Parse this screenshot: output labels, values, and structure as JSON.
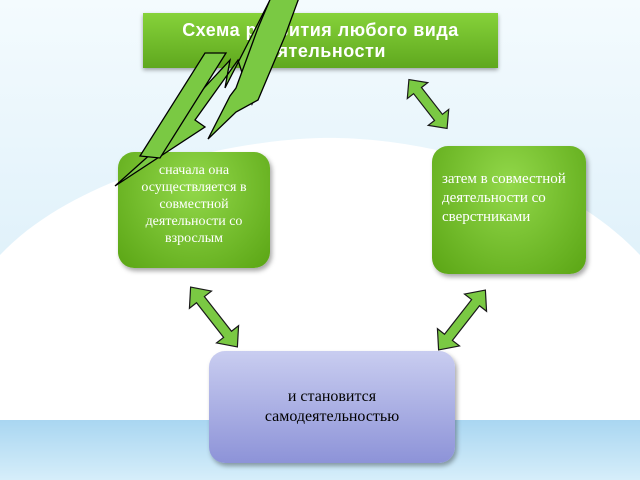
{
  "diagram": {
    "title": "Схема развития любого вида деятельности",
    "nodes": {
      "left": "сначала она осуществляется в совместной деятельности со взрослым",
      "right": "затем в совместной деятельности со сверстниками",
      "bottom": "и становится самодеятельностью"
    },
    "connections": [
      {
        "from": "title",
        "to": "left"
      },
      {
        "from": "title",
        "to": "right"
      },
      {
        "from": "left",
        "to": "bottom"
      },
      {
        "from": "right",
        "to": "bottom"
      }
    ]
  },
  "colors": {
    "green_fill": "#7ac943",
    "node_green": "#6cbb2a",
    "node_blue": "#a7aee6",
    "sky_light": "#e3f3fb",
    "sky_dark": "#bfe3f5"
  }
}
